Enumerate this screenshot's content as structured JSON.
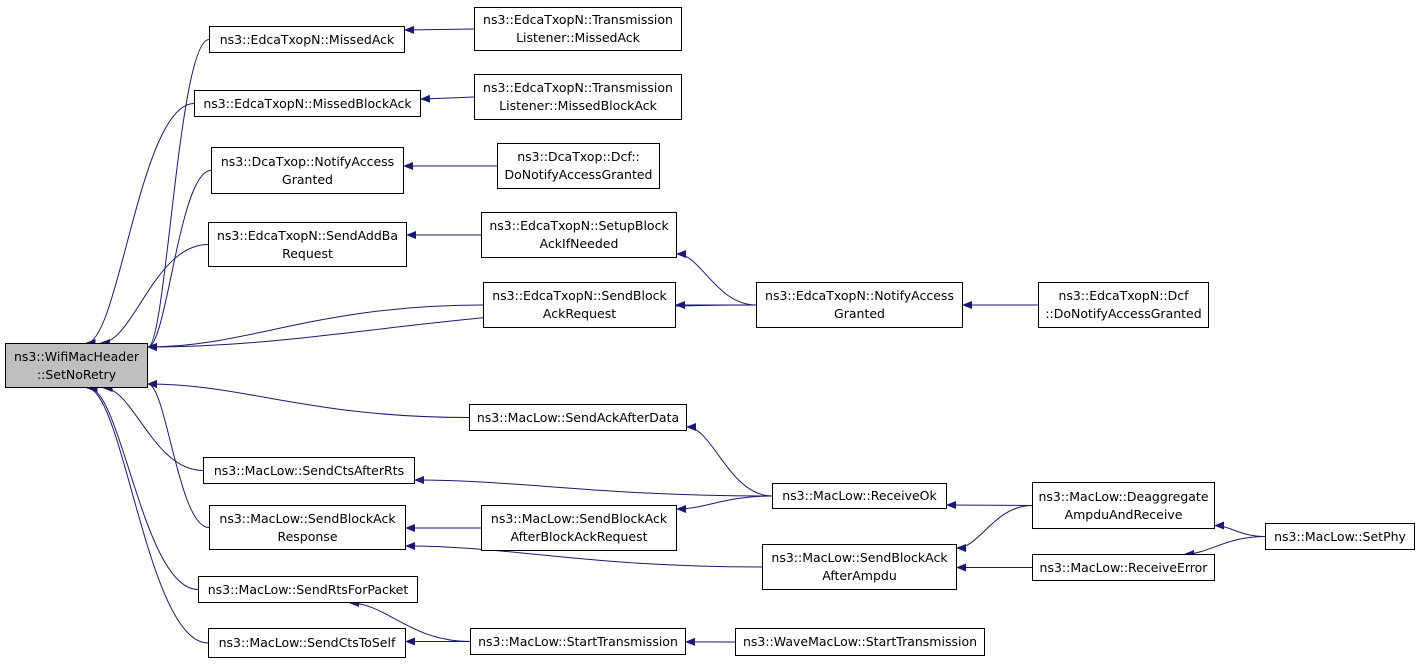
{
  "colors": {
    "edge": "#191970",
    "focus_fill": "#bfbfbf",
    "node_fill": "#ffffff",
    "border": "#000000"
  },
  "nodes": [
    {
      "id": "n0",
      "lines": [
        "ns3::WifiMacHeader",
        "::SetNoRetry"
      ],
      "focus": true
    },
    {
      "id": "n1",
      "lines": [
        "ns3::EdcaTxopN::MissedAck"
      ]
    },
    {
      "id": "n2",
      "lines": [
        "ns3::EdcaTxopN::Transmission",
        "Listener::MissedAck"
      ]
    },
    {
      "id": "n3",
      "lines": [
        "ns3::EdcaTxopN::MissedBlockAck"
      ]
    },
    {
      "id": "n4",
      "lines": [
        "ns3::EdcaTxopN::Transmission",
        "Listener::MissedBlockAck"
      ]
    },
    {
      "id": "n5",
      "lines": [
        "ns3::DcaTxop::NotifyAccess",
        "Granted"
      ]
    },
    {
      "id": "n6",
      "lines": [
        "ns3::DcaTxop::Dcf::",
        "DoNotifyAccessGranted"
      ]
    },
    {
      "id": "n7",
      "lines": [
        "ns3::EdcaTxopN::SendAddBa",
        "Request"
      ]
    },
    {
      "id": "n8",
      "lines": [
        "ns3::EdcaTxopN::SetupBlock",
        "AckIfNeeded"
      ]
    },
    {
      "id": "n9",
      "lines": [
        "ns3::EdcaTxopN::SendBlock",
        "AckRequest"
      ]
    },
    {
      "id": "n10",
      "lines": [
        "ns3::EdcaTxopN::NotifyAccess",
        "Granted"
      ]
    },
    {
      "id": "n11",
      "lines": [
        "ns3::EdcaTxopN::Dcf",
        "::DoNotifyAccessGranted"
      ]
    },
    {
      "id": "n12",
      "lines": [
        "ns3::MacLow::SendAckAfterData"
      ]
    },
    {
      "id": "n13",
      "lines": [
        "ns3::MacLow::SendCtsAfterRts"
      ]
    },
    {
      "id": "n14",
      "lines": [
        "ns3::MacLow::ReceiveOk"
      ]
    },
    {
      "id": "n15",
      "lines": [
        "ns3::MacLow::Deaggregate",
        "AmpduAndReceive"
      ]
    },
    {
      "id": "n16",
      "lines": [
        "ns3::MacLow::SetPhy"
      ]
    },
    {
      "id": "n17",
      "lines": [
        "ns3::MacLow::SendBlockAck",
        "Response"
      ]
    },
    {
      "id": "n18",
      "lines": [
        "ns3::MacLow::SendBlockAck",
        "AfterBlockAckRequest"
      ]
    },
    {
      "id": "n19",
      "lines": [
        "ns3::MacLow::SendBlockAck",
        "AfterAmpdu"
      ]
    },
    {
      "id": "n20",
      "lines": [
        "ns3::MacLow::ReceiveError"
      ]
    },
    {
      "id": "n21",
      "lines": [
        "ns3::MacLow::SendRtsForPacket"
      ]
    },
    {
      "id": "n22",
      "lines": [
        "ns3::MacLow::SendCtsToSelf"
      ]
    },
    {
      "id": "n23",
      "lines": [
        "ns3::MacLow::StartTransmission"
      ]
    },
    {
      "id": "n24",
      "lines": [
        "ns3::WaveMacLow::StartTransmission"
      ]
    }
  ],
  "edges": [
    [
      "n1",
      "n0"
    ],
    [
      "n3",
      "n0"
    ],
    [
      "n5",
      "n0"
    ],
    [
      "n7",
      "n0"
    ],
    [
      "n9",
      "n0"
    ],
    [
      "n10",
      "n0"
    ],
    [
      "n12",
      "n0"
    ],
    [
      "n13",
      "n0"
    ],
    [
      "n17",
      "n0"
    ],
    [
      "n21",
      "n0"
    ],
    [
      "n22",
      "n0"
    ],
    [
      "n2",
      "n1"
    ],
    [
      "n4",
      "n3"
    ],
    [
      "n6",
      "n5"
    ],
    [
      "n8",
      "n7"
    ],
    [
      "n10",
      "n8"
    ],
    [
      "n10",
      "n9"
    ],
    [
      "n11",
      "n10"
    ],
    [
      "n14",
      "n12"
    ],
    [
      "n14",
      "n13"
    ],
    [
      "n18",
      "n17"
    ],
    [
      "n19",
      "n17"
    ],
    [
      "n14",
      "n18"
    ],
    [
      "n15",
      "n14"
    ],
    [
      "n15",
      "n19"
    ],
    [
      "n20",
      "n19"
    ],
    [
      "n16",
      "n15"
    ],
    [
      "n16",
      "n20"
    ],
    [
      "n23",
      "n21"
    ],
    [
      "n23",
      "n22"
    ],
    [
      "n24",
      "n23"
    ]
  ]
}
